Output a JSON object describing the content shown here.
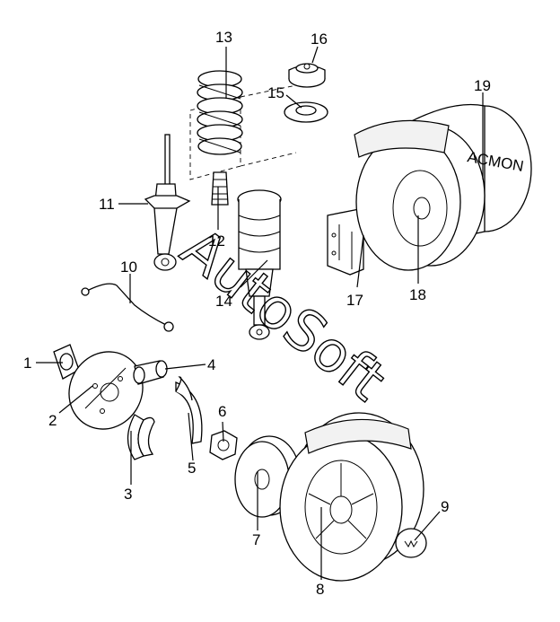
{
  "diagram": {
    "watermark": "AutoSoft",
    "tire_marking": "ACMON",
    "callouts": [
      {
        "id": "c1",
        "label": "1"
      },
      {
        "id": "c2",
        "label": "2"
      },
      {
        "id": "c3",
        "label": "3"
      },
      {
        "id": "c4",
        "label": "4"
      },
      {
        "id": "c5",
        "label": "5"
      },
      {
        "id": "c6",
        "label": "6"
      },
      {
        "id": "c7",
        "label": "7"
      },
      {
        "id": "c8",
        "label": "8"
      },
      {
        "id": "c9",
        "label": "9"
      },
      {
        "id": "c10",
        "label": "10"
      },
      {
        "id": "c11",
        "label": "11"
      },
      {
        "id": "c12",
        "label": "12"
      },
      {
        "id": "c13",
        "label": "13"
      },
      {
        "id": "c14",
        "label": "14"
      },
      {
        "id": "c15",
        "label": "15"
      },
      {
        "id": "c16",
        "label": "16"
      },
      {
        "id": "c17",
        "label": "17"
      },
      {
        "id": "c18",
        "label": "18"
      },
      {
        "id": "c19",
        "label": "19"
      }
    ]
  }
}
